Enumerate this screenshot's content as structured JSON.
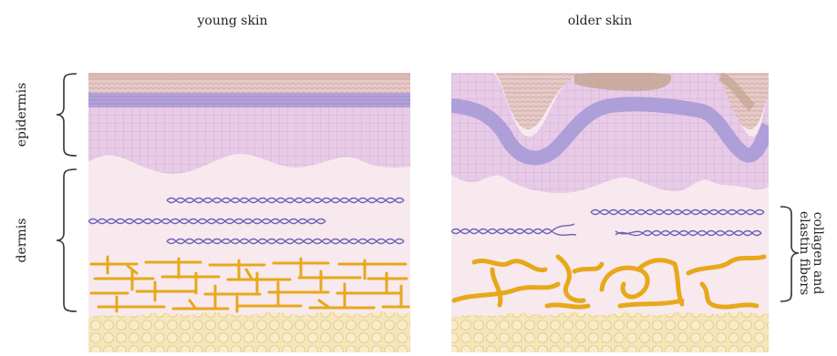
{
  "labels": {
    "young": "young skin",
    "older": "older skin",
    "epidermis": "epidermis",
    "dermis": "dermis",
    "fibers_line1": "collagen and",
    "fibers_line2": "elastin fibers"
  },
  "colors": {
    "background": "#ffffff",
    "dermis": "#f8e9ef",
    "epidermis": "#e7c6e6",
    "epidermis_cells": "#d7aad6",
    "basal_band": "#a99ad6",
    "stratum_corneum": "#c4a49a",
    "elastin": "#6e63b4",
    "collagen": "#e7a81a",
    "fat": "#f4e4b7",
    "fat_cells": "#e3cd8d",
    "bracket": "#333333"
  }
}
